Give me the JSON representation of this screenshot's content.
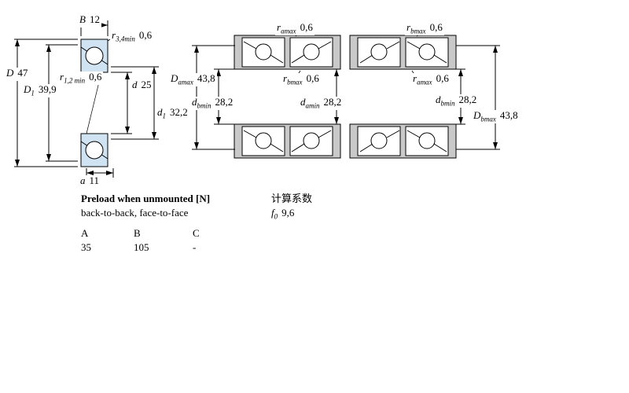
{
  "left_view": {
    "dim_B": {
      "sym": "B",
      "sub": "",
      "val": "12"
    },
    "dim_r34": {
      "sym": "r",
      "sub": "3,4min",
      "val": "0,6"
    },
    "dim_D": {
      "sym": "D",
      "sub": "",
      "val": "47"
    },
    "dim_D1": {
      "sym": "D",
      "sub": "1",
      "val": "39,9"
    },
    "dim_r12": {
      "sym": "r",
      "sub": "1,2 min",
      "val": "0,6"
    },
    "dim_d": {
      "sym": "d",
      "sub": "",
      "val": "25"
    },
    "dim_d1": {
      "sym": "d",
      "sub": "1",
      "val": "32,2"
    },
    "dim_a": {
      "sym": "a",
      "sub": "",
      "val": "11"
    }
  },
  "back_to_back_view": {
    "dim_ramax": {
      "sym": "r",
      "sub": "amax",
      "val": "0,6"
    },
    "dim_Damax": {
      "sym": "D",
      "sub": "amax",
      "val": "43,8"
    },
    "dim_rbmax": {
      "sym": "r",
      "sub": "bmax",
      "val": "0,6"
    },
    "dim_dbmin": {
      "sym": "d",
      "sub": "bmin",
      "val": "28,2"
    },
    "dim_damin": {
      "sym": "d",
      "sub": "amin",
      "val": "28,2"
    }
  },
  "face_to_face_view": {
    "dim_rbmax": {
      "sym": "r",
      "sub": "bmax",
      "val": "0,6"
    },
    "dim_ramax": {
      "sym": "r",
      "sub": "amax",
      "val": "0,6"
    },
    "dim_dbmin": {
      "sym": "d",
      "sub": "bmin",
      "val": "28,2"
    },
    "dim_Dbmax": {
      "sym": "D",
      "sub": "bmax",
      "val": "43,8"
    }
  },
  "preload": {
    "title": "Preload when unmounted [N]",
    "subtitle": "back-to-back, face-to-face",
    "columns": [
      "A",
      "B",
      "C"
    ],
    "values": [
      "35",
      "105",
      "-"
    ]
  },
  "factors": {
    "title": "计算系数",
    "f0": {
      "sym": "f",
      "sub": "0",
      "val": "9,6"
    }
  }
}
